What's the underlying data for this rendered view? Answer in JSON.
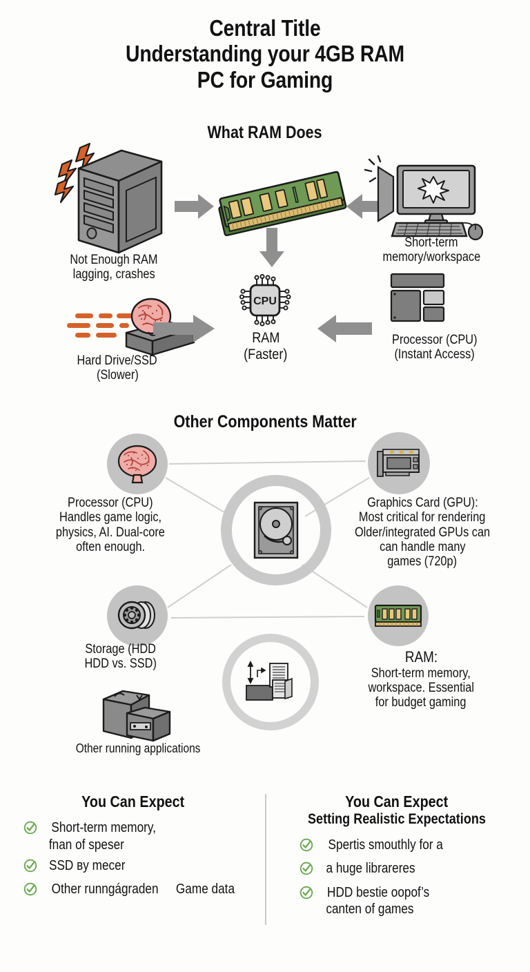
{
  "title": {
    "line1": "Central Title",
    "line2": "Understanding your 4GB RAM",
    "line3": "PC for Gaming"
  },
  "colors": {
    "background": "#fdfdfc",
    "text": "#111111",
    "arrow_gray": "#8f8f8f",
    "metal_gray": "#8a8a8a",
    "metal_gray_dark": "#6f6f6f",
    "metal_gray_light": "#a9a9a9",
    "node_circle": "#c3c3c3",
    "ring_gray": "#c9c9c9",
    "connector": "#cfcfcf",
    "pcb_green": "#6f9a55",
    "chip_tan": "#e7c87d",
    "gold_contact": "#d9bb72",
    "brain_pink": "#f0aca6",
    "brain_line": "#b4443c",
    "bolt_orange": "#d4622a",
    "check_green": "#6aa84f",
    "divider": "#c9c9c9"
  },
  "ram_section": {
    "heading": "What RAM Does",
    "not_enough": {
      "title": "Not Enough RAM",
      "subtitle": "lagging, crashes",
      "icon": "pc-tower-overheating-icon"
    },
    "center_ram": {
      "icon": "ram-stick-icon"
    },
    "short_term": {
      "line1": "Short-term",
      "line2": "memory/workspace",
      "icon": "monitor-keyboard-mouse-icon"
    },
    "hard_drive": {
      "title": "Hard Drive/SSD",
      "subtitle": "(Slower)",
      "icon": "brain-on-slab-icon"
    },
    "ram_faster": {
      "title": "RAM",
      "subtitle": "(Faster)",
      "icon": "cpu-chip-icon",
      "chip_label": "CPU"
    },
    "processor": {
      "title": "Processor (CPU)",
      "subtitle": "(Instant Access)",
      "icon": "block-diagram-icon"
    },
    "arrows": [
      {
        "name": "arrow-tower-to-ram",
        "direction": "right"
      },
      {
        "name": "arrow-monitor-to-ram",
        "direction": "left"
      },
      {
        "name": "arrow-ram-down",
        "direction": "down"
      },
      {
        "name": "arrow-harddrive-to-ram",
        "direction": "right"
      },
      {
        "name": "arrow-processor-to-ram",
        "direction": "left"
      }
    ]
  },
  "components_section": {
    "heading": "Other Components Matter",
    "hub": {
      "icon": "hard-disk-drive-icon"
    },
    "secondary_hub": {
      "icon": "data-transfer-documents-icon"
    },
    "nodes": [
      {
        "id": "cpu",
        "icon": "brain-icon",
        "title": "Processor (CPU)",
        "lines": [
          "Handles game logic,",
          "physics, AI. Dual-core",
          "often enough."
        ]
      },
      {
        "id": "gpu",
        "icon": "graphics-card-icon",
        "title": "Graphics Card (GPU):",
        "lines": [
          "Most critical for rendering",
          "Older/integrated GPUs can",
          "can handle many",
          "games (720p)"
        ]
      },
      {
        "id": "storage",
        "icon": "disk-platters-icon",
        "title": "Storage (HDD",
        "lines": [
          "HDD vs. SSD)"
        ]
      },
      {
        "id": "ram",
        "icon": "ram-module-icon",
        "title": "RAM:",
        "lines": [
          "Short-term memory,",
          "workspace. Essential",
          "for budget gaming"
        ]
      }
    ],
    "other_apps": {
      "label": "Other running applications",
      "icon": "server-towers-icon"
    }
  },
  "expect_left": {
    "title": "You Can Expect",
    "items": [
      [
        "Short-term memory,",
        "fnan of speser"
      ],
      [
        "SSD вy mecer"
      ],
      [
        "Other runngágraden",
        "Game data"
      ]
    ]
  },
  "expect_right": {
    "title": "You Can Expect",
    "subtitle": "Setting Realistic Expectations",
    "items": [
      [
        "Spertis smouthly for a"
      ],
      [
        "a huge librareres"
      ],
      [
        "HDD bestie oopof’s",
        "canten of games"
      ]
    ]
  }
}
